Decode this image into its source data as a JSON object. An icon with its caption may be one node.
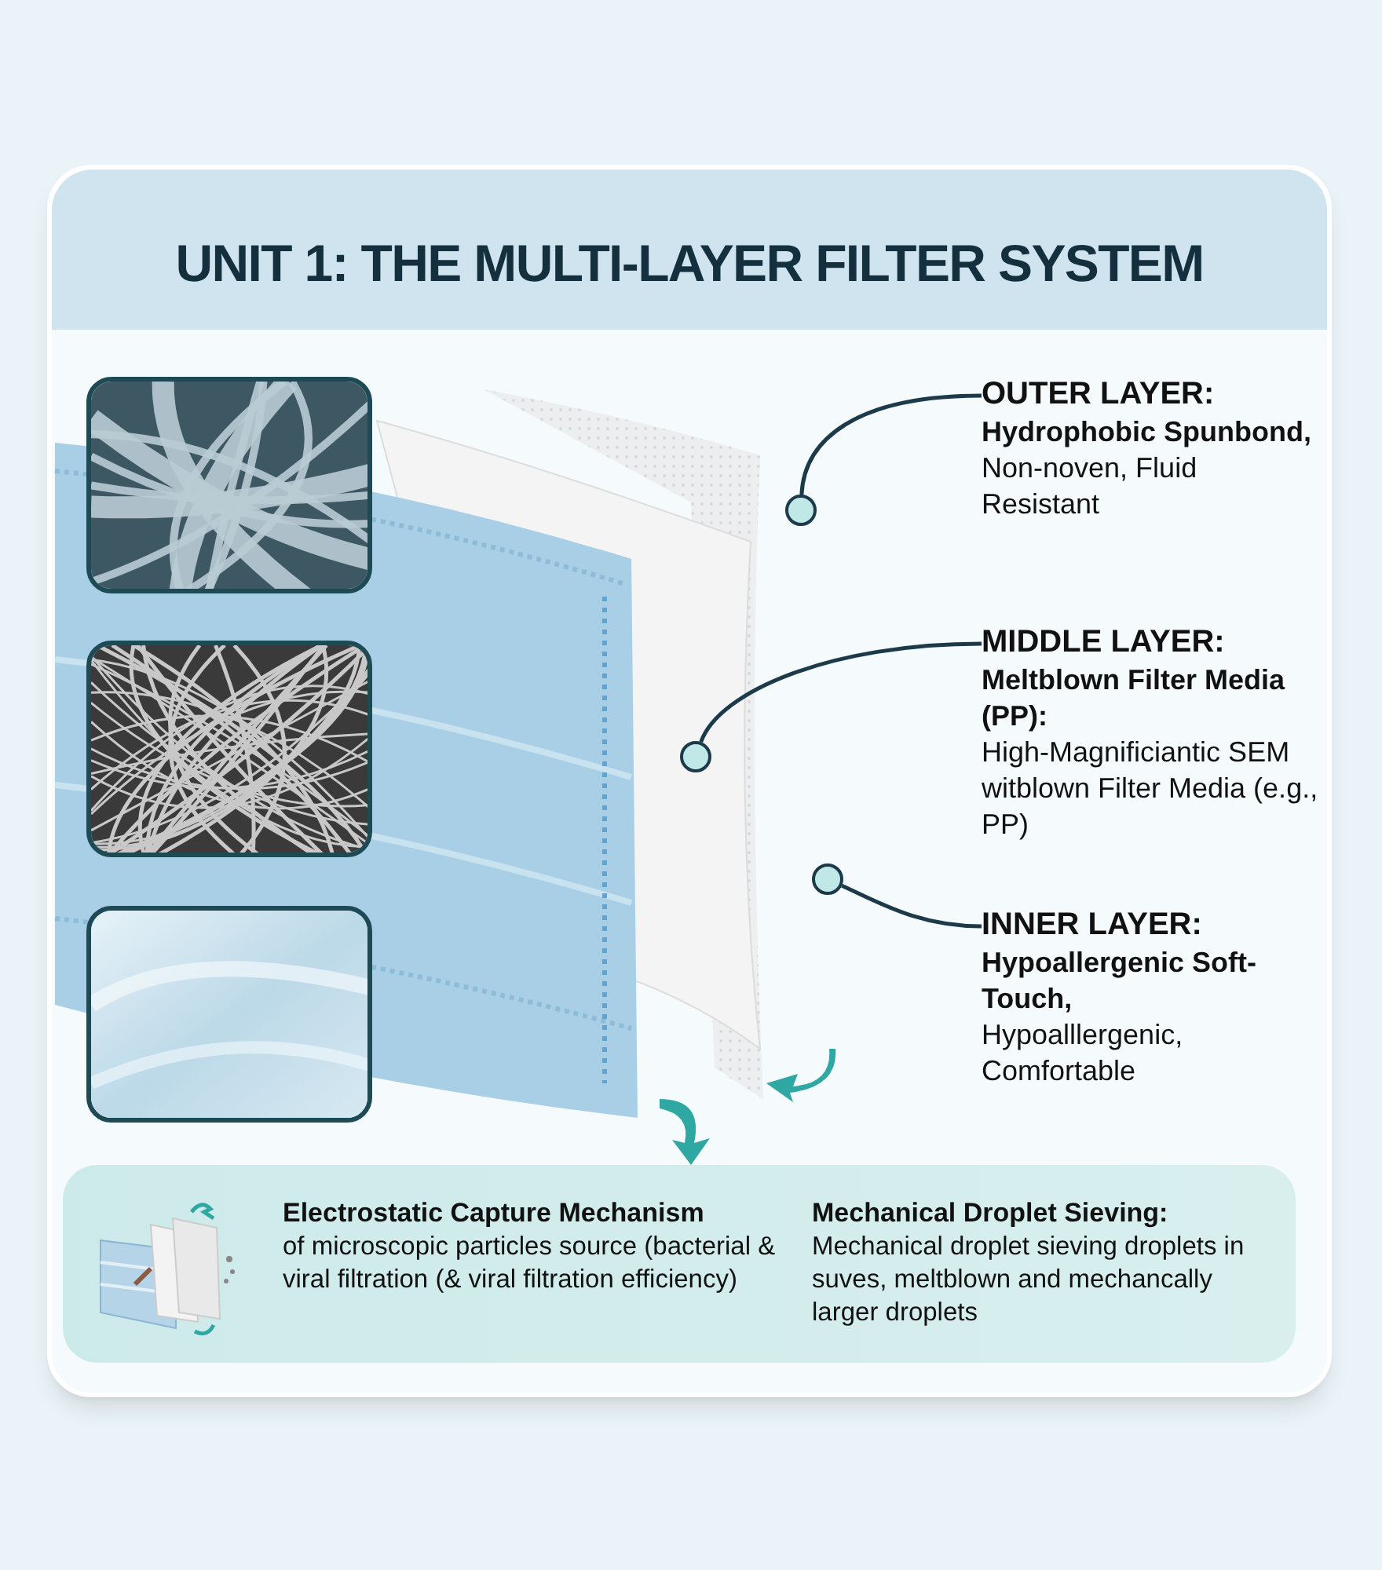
{
  "diagram": {
    "title": "UNIT 1: THE MULTI-LAYER FILTER SYSTEM",
    "nodes": [
      {
        "text": [
          "OUTER LAYER:",
          "Hydrophobic Spunbond,",
          "Non-noven, Fluid Resistant"
        ]
      },
      {
        "text": [
          "MIDDLE LAYER:",
          "Meltblown Filter Media (PP):",
          "High-Magnificiantic SEM witblown Filter Media (e.g., PP)"
        ]
      },
      {
        "text": [
          "INNER LAYER:",
          "Hypoallergenic Soft-Touch,",
          "Hypoalllergenic, Comfortable"
        ]
      },
      {
        "text": [],
        "shape": "circle"
      },
      {
        "text": [],
        "shape": "circle"
      },
      {
        "text": [],
        "shape": "circle"
      },
      {
        "text": [
          "Electrostatic Capture Mechanism",
          "of microscopic particles source (bacterial & viral filtration (& viral filtration efficiency)",
          "Mechanical Droplet Sieving:",
          "Mechanical droplet sieving droplets in suves, meltblown and mechancally larger droplets"
        ]
      }
    ],
    "edges": [
      {
        "from": 0,
        "to": 3,
        "arrow": "none"
      },
      {
        "from": 1,
        "to": 4,
        "arrow": "none"
      },
      {
        "from": 2,
        "to": 5,
        "arrow": "none"
      }
    ]
  }
}
